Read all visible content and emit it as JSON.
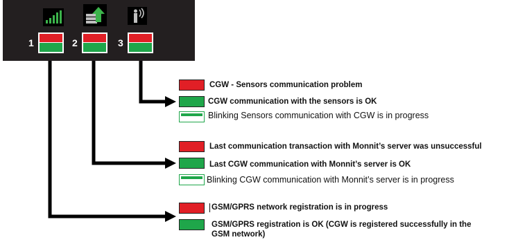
{
  "panel": {
    "numbers": [
      "1",
      "2",
      "3"
    ],
    "icons": [
      "signal-bars-icon",
      "server-upload-icon",
      "wireless-sensor-icon"
    ]
  },
  "colors": {
    "panel": "#231f20",
    "red": "#e11f26",
    "green": "#1fa64a",
    "line": "#000000"
  },
  "legend": {
    "sensors": [
      {
        "state": "red",
        "text": "CGW - Sensors communication problem"
      },
      {
        "state": "green",
        "text": "CGW communication with the sensors is OK"
      },
      {
        "state": "blinking",
        "text": "Blinking Sensors communication with  CGW is in progress"
      }
    ],
    "server": [
      {
        "state": "red",
        "text": "Last communication transaction with Monnit’s server was unsuccessful"
      },
      {
        "state": "green",
        "text": "Last CGW communication with Monnit’s server is OK"
      },
      {
        "state": "blinking",
        "text": "Blinking CGW communication with Monnit’s server is in progress"
      }
    ],
    "gsm": [
      {
        "state": "red",
        "text": "GSM/GPRS network registration is in progress"
      },
      {
        "state": "green",
        "text": "GSM/GPRS registration is OK (CGW is registered successfully in the"
      },
      {
        "state": "green-cont",
        "text": "GSM network)"
      }
    ]
  }
}
